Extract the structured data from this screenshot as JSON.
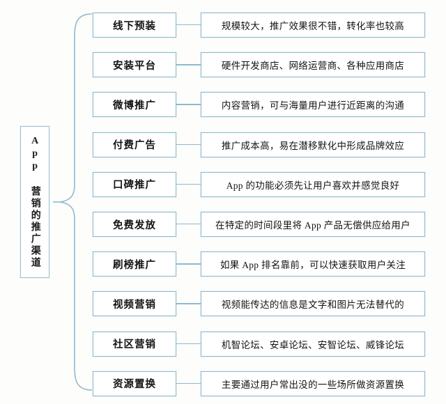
{
  "diagram": {
    "type": "mind-map-bracket",
    "root": {
      "label": "App 营销的推广渠道",
      "orientation": "vertical"
    },
    "colors": {
      "border": "#8fb9cd",
      "root_border": "#9dc3d4",
      "brace": "#8fb9cd",
      "background": "#fdfdfc",
      "text": "#141414"
    },
    "branches": [
      {
        "label": "线下预装",
        "description": "规模较大，推广效果很不错，转化率也较高"
      },
      {
        "label": "安装平台",
        "description": "硬件开发商店、网络运营商、各种应用商店"
      },
      {
        "label": "微博推广",
        "description": "内容营销，可与海量用户进行近距离的沟通"
      },
      {
        "label": "付费广告",
        "description": "推广成本高，易在潜移默化中形成品牌效应"
      },
      {
        "label": "口碑推广",
        "description": "App 的功能必须先让用户喜欢并感觉良好"
      },
      {
        "label": "免费发放",
        "description": "在特定的时间段里将 App 产品无偿供应给用户"
      },
      {
        "label": "刷榜推广",
        "description": "如果 App 排名靠前，可以快速获取用户关注"
      },
      {
        "label": "视频营销",
        "description": "视频能传达的信息是文字和图片无法替代的"
      },
      {
        "label": "社区营销",
        "description": "机智论坛、安卓论坛、安智论坛、威锋论坛"
      },
      {
        "label": "资源置换",
        "description": "主要通过用户常出没的一些场所做资源置换"
      }
    ]
  }
}
